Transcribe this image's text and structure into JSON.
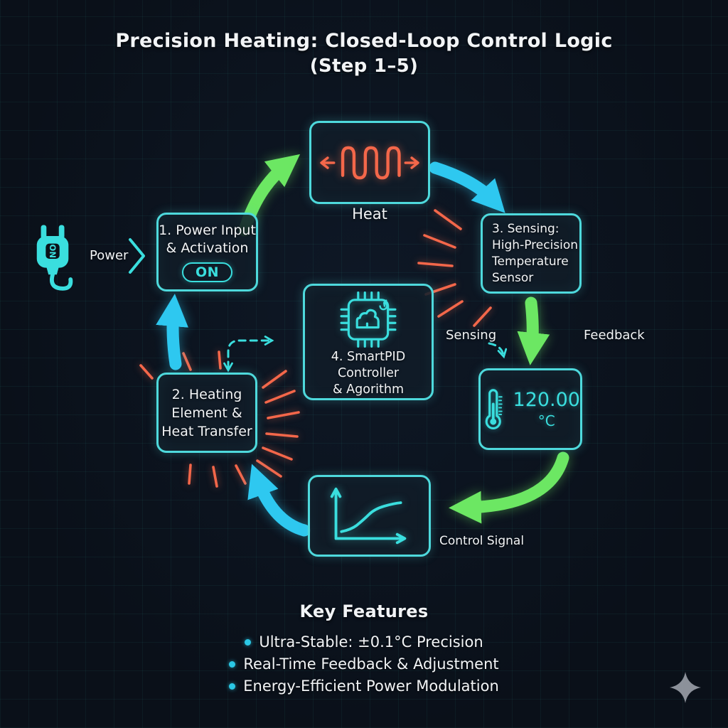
{
  "title": {
    "line1": "Precision Heating: Closed-Loop Control Logic",
    "line2": "(Step 1–5)"
  },
  "diagram": {
    "power": {
      "label": "Power",
      "plug_badge": "ON"
    },
    "heat": {
      "label": "Heat"
    },
    "step1": {
      "title": "1. Power Input\n& Activation",
      "toggle_label": "ON"
    },
    "step2": {
      "title": "2. Heating\nElement &\nHeat Transfer"
    },
    "step3": {
      "title": "3. Sensing:\nHigh-Precision\nTemperature\nSensor"
    },
    "step4": {
      "title": "4. SmartPID Controller\n& Agorithm"
    },
    "temperature_display": {
      "value": "120.00",
      "unit": "°C"
    },
    "control_signal": {
      "label": "Control Signal"
    },
    "flow_labels": {
      "sensing": "Sensing",
      "feedback": "Feedback"
    }
  },
  "key_features": {
    "heading": "Key Features",
    "items": [
      "Ultra-Stable: ±0.1°C Precision",
      "Real-Time Feedback & Adjustment",
      "Energy-Efficient Power Modulation"
    ]
  },
  "icons": {
    "plug": "power-plug-icon",
    "coil": "heating-coil-icon",
    "chip": "pid-chip-icon",
    "thermometer": "thermometer-icon",
    "graph": "signal-graph-icon",
    "sparkle": "sparkle-watermark-icon"
  },
  "colors": {
    "background": "#0a1019",
    "grid_line": "#14333d",
    "box_border": "#4ed9dc",
    "cyan_icon": "#3adede",
    "heat_coil": "#f4674a",
    "arrow_green": "#6ce763",
    "arrow_blue": "#2ec8f0",
    "text_white": "#f2f4f6",
    "bullet": "#2bc8e6",
    "watermark": "#9aa0a8"
  }
}
